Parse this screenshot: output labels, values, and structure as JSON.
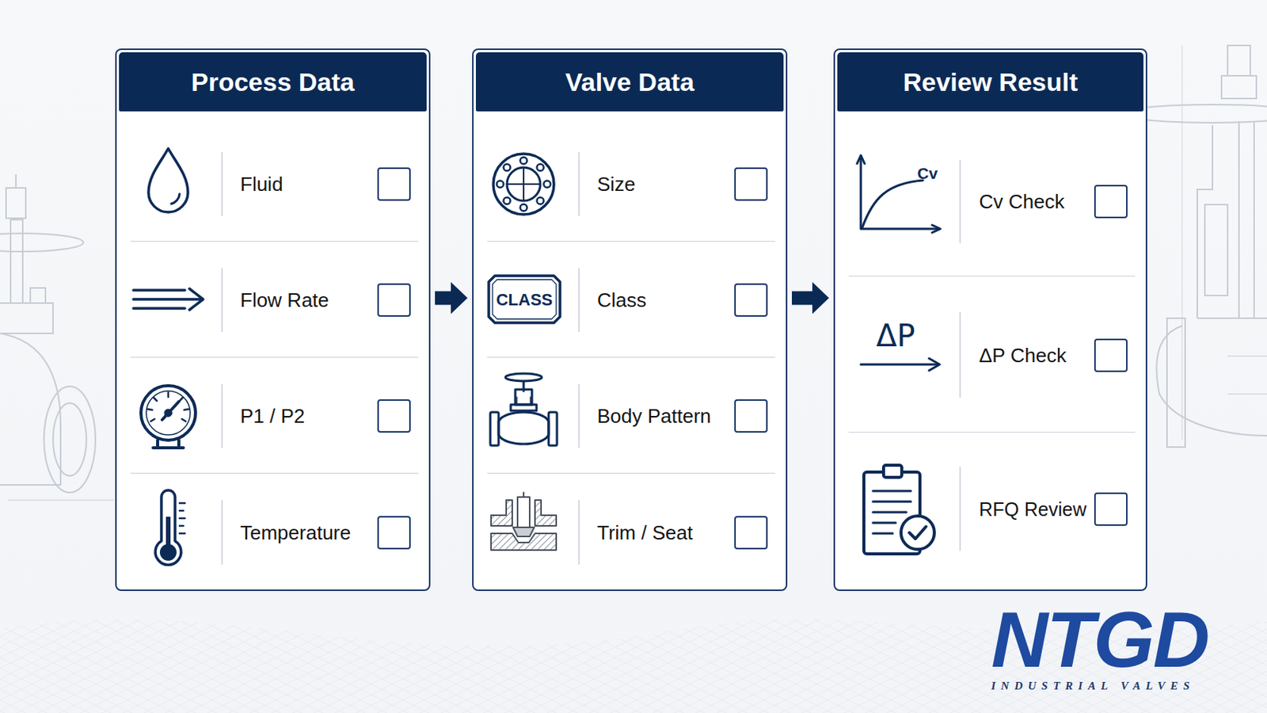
{
  "diagram": {
    "nodes": [
      {
        "text": [
          "Process Data"
        ]
      },
      {
        "text": [
          "Fluid"
        ],
        "in": 0
      },
      {
        "text": [
          "Flow Rate"
        ],
        "in": 0
      },
      {
        "text": [
          "P1 / P2"
        ],
        "in": 0
      },
      {
        "text": [
          "Temperature"
        ],
        "in": 0
      },
      {
        "text": [
          "Valve Data"
        ]
      },
      {
        "text": [
          "Size"
        ],
        "in": 5
      },
      {
        "text": [
          "Class"
        ],
        "in": 5
      },
      {
        "text": [
          "Body Pattern"
        ],
        "in": 5
      },
      {
        "text": [
          "Trim / Seat"
        ],
        "in": 5
      },
      {
        "text": [
          "Review Result"
        ]
      },
      {
        "text": [
          "Cv Check"
        ],
        "in": 10
      },
      {
        "text": [
          "ΔP Check"
        ],
        "in": 10
      },
      {
        "text": [
          "RFQ Review"
        ],
        "in": 10
      }
    ],
    "edges": [
      {
        "from": 0,
        "to": 5,
        "arrow": "to"
      },
      {
        "from": 5,
        "to": 10,
        "arrow": "to"
      }
    ],
    "labels": [
      "CLASS",
      "Cv",
      "ΔP",
      "NTGD",
      "INDUSTRIAL VALVES"
    ]
  }
}
